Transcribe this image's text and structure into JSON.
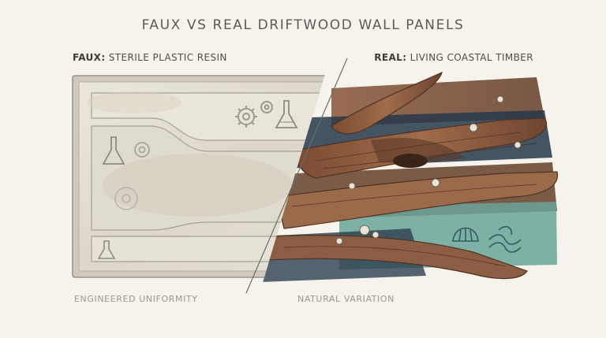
{
  "title": "FAUX VS REAL DRIFTWOOD WALL PANELS",
  "left_panel": {
    "heading_bold": "FAUX:",
    "heading_rest": " STERILE PLASTIC RESIN",
    "caption": "ENGINEERED UNIFORMITY",
    "icons": [
      "gear-icon",
      "flask-icon"
    ]
  },
  "right_panel": {
    "heading_bold": "REAL:",
    "heading_rest": " LIVING COASTAL TIMBER",
    "caption": "NATURAL VARIATION",
    "icons": [
      "shell-icon",
      "wave-icon",
      "barnacle-icon"
    ]
  },
  "colors": {
    "background": "#f6f3ec",
    "resin": "#e2ded2",
    "wood": "#8a5b3e",
    "water": "#5f9990"
  }
}
